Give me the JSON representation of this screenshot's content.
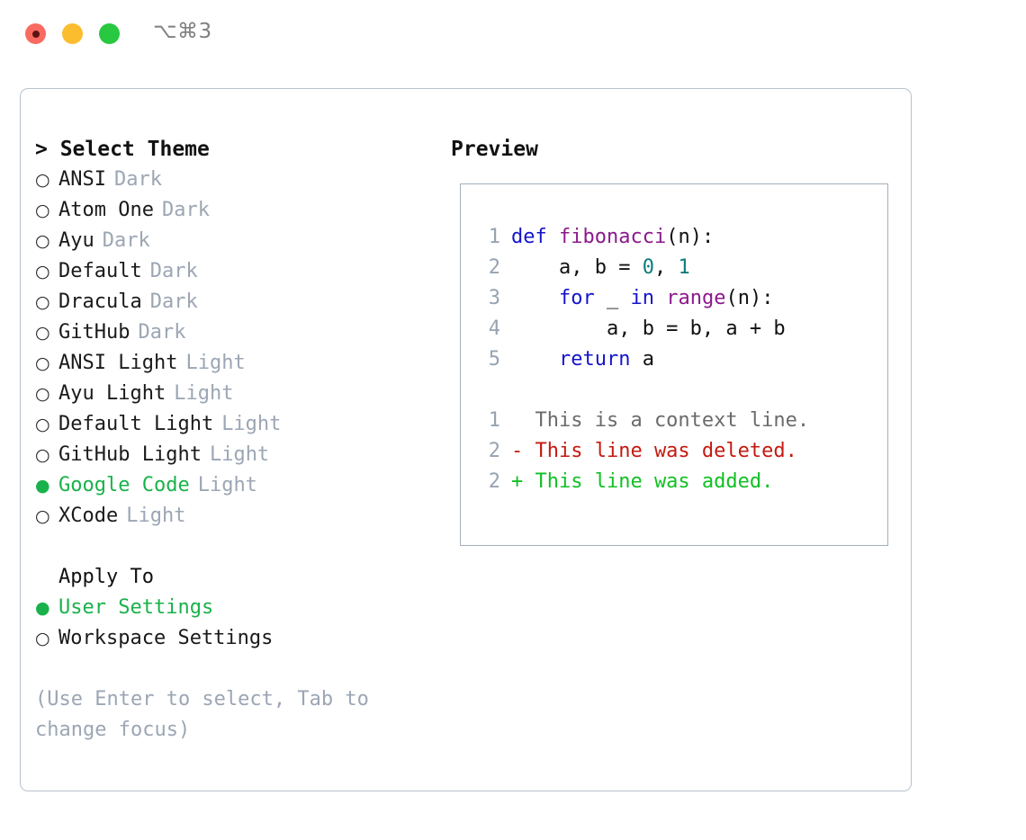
{
  "window": {
    "title": "⌥⌘3",
    "traffic_lights": [
      {
        "name": "close",
        "color": "#f96a61"
      },
      {
        "name": "minimize",
        "color": "#fbbd2e"
      },
      {
        "name": "zoom",
        "color": "#28c840"
      }
    ]
  },
  "theme_panel": {
    "heading": "> Select Theme",
    "bullet_on": "●",
    "bullet_off": "○",
    "items": [
      {
        "label": "ANSI",
        "tag": "Dark",
        "selected": false
      },
      {
        "label": "Atom One",
        "tag": "Dark",
        "selected": false
      },
      {
        "label": "Ayu",
        "tag": "Dark",
        "selected": false
      },
      {
        "label": "Default",
        "tag": "Dark",
        "selected": false
      },
      {
        "label": "Dracula",
        "tag": "Dark",
        "selected": false
      },
      {
        "label": "GitHub",
        "tag": "Dark",
        "selected": false
      },
      {
        "label": "ANSI Light",
        "tag": "Light",
        "selected": false
      },
      {
        "label": "Ayu Light",
        "tag": "Light",
        "selected": false
      },
      {
        "label": "Default Light",
        "tag": "Light",
        "selected": false
      },
      {
        "label": "GitHub Light",
        "tag": "Light",
        "selected": false
      },
      {
        "label": "Google Code",
        "tag": "Light",
        "selected": true
      },
      {
        "label": "XCode",
        "tag": "Light",
        "selected": false
      }
    ]
  },
  "apply_to": {
    "heading": "Apply To",
    "items": [
      {
        "label": "User Settings",
        "selected": true
      },
      {
        "label": "Workspace Settings",
        "selected": false
      }
    ]
  },
  "hint": "(Use Enter to select, Tab to change focus)",
  "preview": {
    "heading": "Preview",
    "code_lines": [
      {
        "number": "1",
        "tokens": [
          {
            "text": "def ",
            "kind": "kw"
          },
          {
            "text": "fibonacci",
            "kind": "fn"
          },
          {
            "text": "(n):",
            "kind": "txt"
          }
        ]
      },
      {
        "number": "2",
        "tokens": [
          {
            "text": "    a, b = ",
            "kind": "txt"
          },
          {
            "text": "0",
            "kind": "num"
          },
          {
            "text": ", ",
            "kind": "txt"
          },
          {
            "text": "1",
            "kind": "num"
          }
        ]
      },
      {
        "number": "3",
        "tokens": [
          {
            "text": "    ",
            "kind": "txt"
          },
          {
            "text": "for",
            "kind": "kw"
          },
          {
            "text": " _ ",
            "kind": "txt"
          },
          {
            "text": "in",
            "kind": "kw"
          },
          {
            "text": " ",
            "kind": "txt"
          },
          {
            "text": "range",
            "kind": "fn"
          },
          {
            "text": "(n):",
            "kind": "txt"
          }
        ]
      },
      {
        "number": "4",
        "tokens": [
          {
            "text": "        a, b = b, a + b",
            "kind": "txt"
          }
        ]
      },
      {
        "number": "5",
        "tokens": [
          {
            "text": "    ",
            "kind": "txt"
          },
          {
            "text": "return",
            "kind": "kw"
          },
          {
            "text": " a",
            "kind": "txt"
          }
        ]
      }
    ],
    "diff_lines": [
      {
        "number": "1",
        "tokens": [
          {
            "text": "  This is a context line.",
            "kind": "ctx"
          }
        ]
      },
      {
        "number": "2",
        "tokens": [
          {
            "text": "- This line was deleted.",
            "kind": "del"
          }
        ]
      },
      {
        "number": "2",
        "tokens": [
          {
            "text": "+ This line was added.",
            "kind": "add"
          }
        ]
      }
    ]
  },
  "colors": {
    "accent_green": "#19b24a",
    "muted": "#9ca6b4",
    "keyword": "#1414cc",
    "function": "#8b1a8b",
    "number": "#0d7b7b",
    "deleted": "#c41a10",
    "added": "#12c024",
    "border": "#a3b0bd"
  }
}
